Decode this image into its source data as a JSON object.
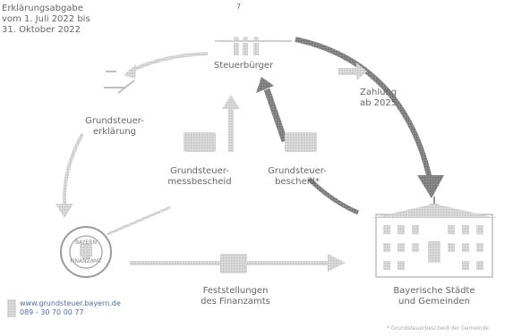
{
  "period": {
    "line1": "Erklärungsabgabe",
    "line2": "vom 1. Juli 2022 bis",
    "line3": "31. Oktober 2022"
  },
  "taxpayer": {
    "label": "Steuerbürger",
    "top_mark": "7"
  },
  "payment": {
    "line1": "Zahlung",
    "line2": "ab 2025"
  },
  "declaration": {
    "line1": "Grundsteuer-",
    "line2": "erklärung"
  },
  "assessment_notice": {
    "line1": "Grundsteuer-",
    "line2": "messbescheid"
  },
  "tax_notice": {
    "line1": "Grundsteuer-",
    "line2": "bescheid*"
  },
  "tax_office": {
    "seal_top": "BAYERN",
    "seal_bottom": "FINANZAMT",
    "findings_line1": "Feststellungen",
    "findings_line2": "des Finanzamts"
  },
  "municipalities": {
    "line1": "Bayerische Städte",
    "line2": "und Gemeinden"
  },
  "contact": {
    "url": "www.grundsteuer.bayern.de",
    "phone": "089 - 30 70 00 77"
  },
  "footnote": "* Grundsteuerbescheid der Gemeinde",
  "colors": {
    "light_arrow": "#c8c8c8",
    "dark_arrow": "#7a7a7a",
    "text": "#666666"
  }
}
